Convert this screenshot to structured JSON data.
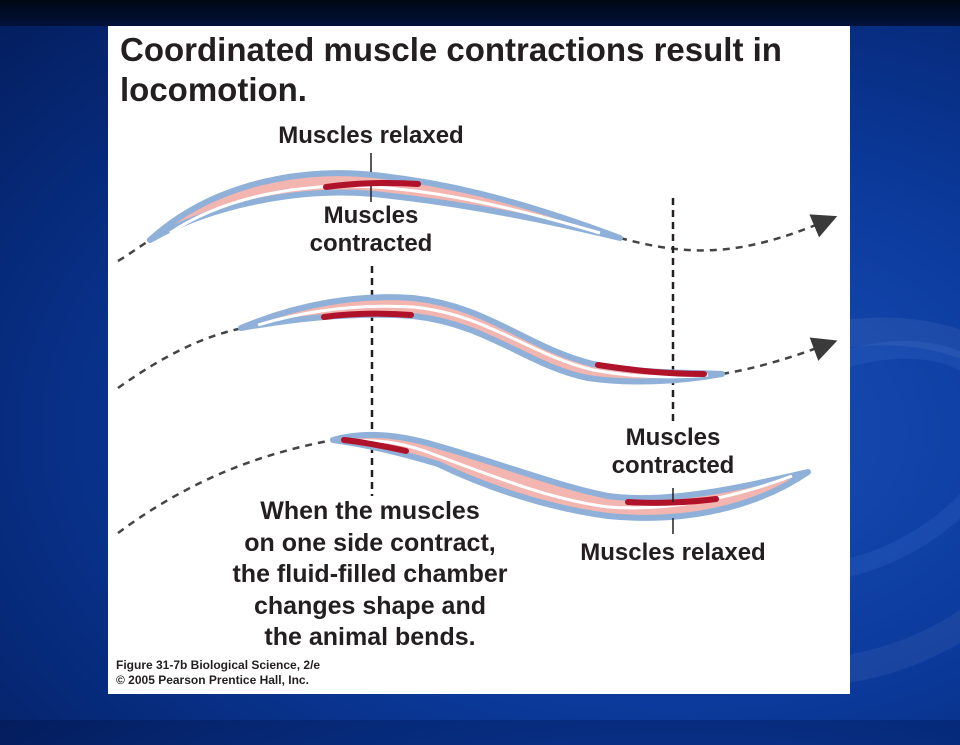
{
  "slide": {
    "title": "Coordinated muscle contractions result in locomotion.",
    "labels": {
      "top_relaxed": "Muscles relaxed",
      "top_contracted_line1": "Muscles",
      "top_contracted_line2": "contracted",
      "bottom_contracted_line1": "Muscles",
      "bottom_contracted_line2": "contracted",
      "bottom_relaxed": "Muscles relaxed"
    },
    "caption": [
      "When the muscles",
      "on one side contract,",
      "the fluid-filled chamber",
      "changes shape and",
      "the animal bends."
    ],
    "credit": [
      "Figure 31-7b  Biological Science, 2/e",
      "© 2005 Pearson Prentice Hall, Inc."
    ]
  },
  "colors": {
    "body_outer": "#8fb0d8",
    "body_pink": "#f2b5b0",
    "body_inner": "#ffffff",
    "muscle": "#b0122a",
    "ink": "#231f20"
  }
}
